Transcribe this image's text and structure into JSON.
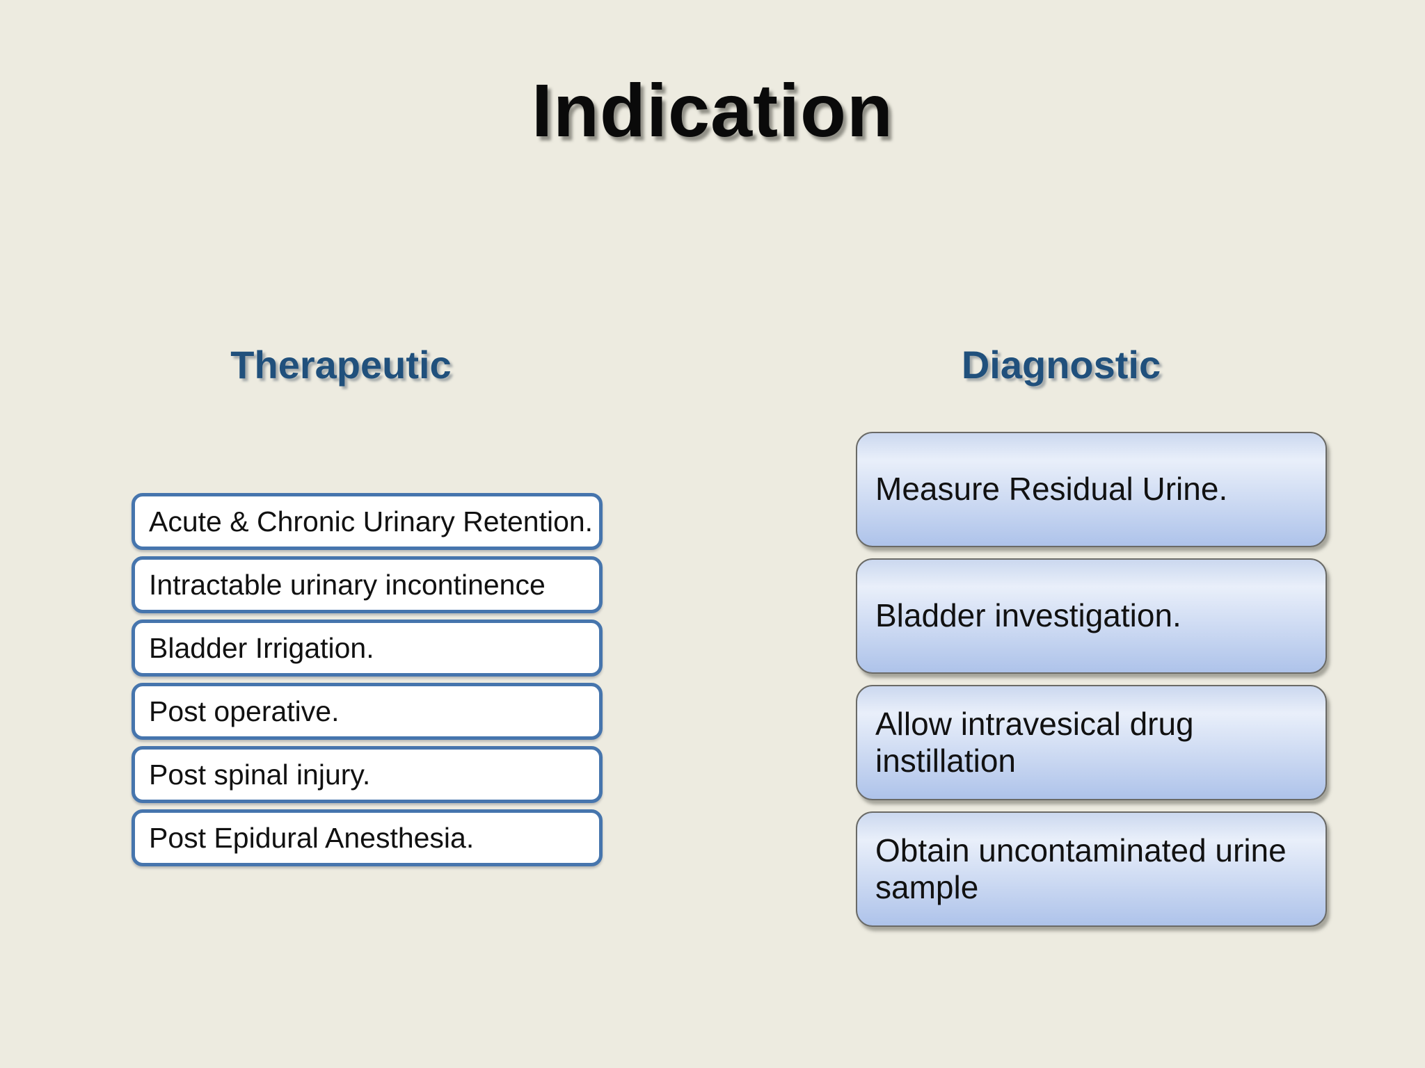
{
  "slide": {
    "title": "Indication",
    "therapeutic": {
      "heading": "Therapeutic",
      "items": [
        "Acute & Chronic Urinary Retention.",
        "Intractable urinary incontinence",
        "Bladder Irrigation.",
        "Post operative.",
        "Post spinal injury.",
        "Post Epidural Anesthesia."
      ]
    },
    "diagnostic": {
      "heading": "Diagnostic",
      "items": [
        "Measure Residual Urine.",
        "Bladder investigation.",
        "Allow intravesical drug instillation",
        "Obtain uncontaminated urine sample"
      ]
    },
    "colors": {
      "background": "#edebe0",
      "title_text": "#0a0a0a",
      "heading_text": "#20507c",
      "item_text": "#111111",
      "outline_fill": "#ffffff",
      "outline_border": "#4675ad",
      "grad_top": "#cbd8ef",
      "grad_light": "#e9effa",
      "grad_bottom": "#aec3ea",
      "grad_border": "#6a6a66"
    }
  }
}
